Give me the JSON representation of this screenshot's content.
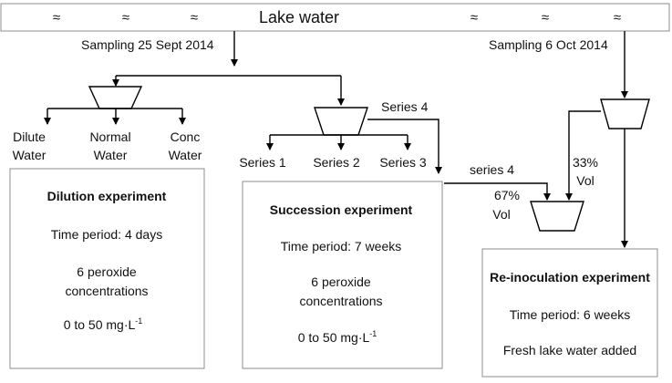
{
  "header": {
    "title": "Lake water",
    "wave_symbol": "≈"
  },
  "sampling": {
    "first": "Sampling 25 Sept 2014",
    "second": "Sampling 6 Oct 2014"
  },
  "dilution": {
    "outputs": [
      {
        "line1": "Dilute",
        "line2": "Water"
      },
      {
        "line1": "Normal",
        "line2": "Water"
      },
      {
        "line1": "Conc",
        "line2": "Water"
      }
    ],
    "box": {
      "title": "Dilution experiment",
      "period": "Time period:  4 days",
      "conc_line1": "6 peroxide",
      "conc_line2": "concentrations",
      "range": "0 to 50 mg·L",
      "range_sup": "-1"
    }
  },
  "succession": {
    "series_label": "Series 4",
    "outputs": [
      "Series 1",
      "Series 2",
      "Series 3"
    ],
    "box": {
      "title": "Succession experiment",
      "period": "Time period: 7 weeks",
      "conc_line1": "6 peroxide",
      "conc_line2": "concentrations",
      "range": "0 to 50 mg·L",
      "range_sup": "-1"
    }
  },
  "reinoculation": {
    "series_label": "series 4",
    "left_pct": "67%",
    "left_unit": "Vol",
    "right_pct": "33%",
    "right_unit": "Vol",
    "box": {
      "title": "Re-inoculation experiment",
      "period": "Time period: 6 weeks",
      "note": "Fresh lake water added"
    }
  }
}
